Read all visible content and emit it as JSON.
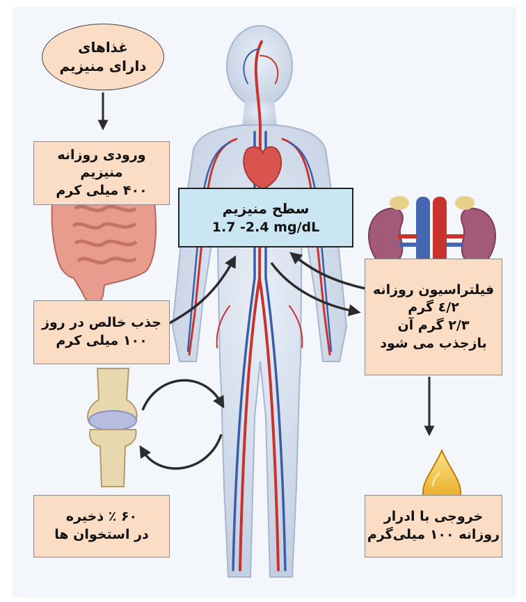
{
  "foods_oval": {
    "line1": "غذاهای",
    "line2": "دارای منیزیم"
  },
  "daily_intake": {
    "line1": "ورودی روزانه منیزیم",
    "line2": "۴۰۰ میلی کرم"
  },
  "net_absorption": {
    "line1": "جذب خالص در روز",
    "line2": "۱۰۰ میلی کرم"
  },
  "bone_storage": {
    "line1": "۶۰ ٪ ذخیره",
    "line2": "در استخوان ها"
  },
  "serum_level": {
    "title": "سطح منیزیم",
    "range": "1.7 -2.4 mg/dL"
  },
  "kidney_filtration": {
    "line1": "فیلتراسیون روزانه",
    "line2": "۲/٤ گرم",
    "line3": "۲/۳ گرم آن",
    "line4": "بازجذب می شود"
  },
  "urine_output": {
    "line1": "خروجی با ادرار",
    "line2": "روزانه ۱۰۰ میلی‌گرم"
  },
  "colors": {
    "box_fill": "#fbdcc4",
    "center_fill": "#c9e6f2",
    "artery": "#c8332e",
    "vein": "#3a5da8",
    "body": "#c9d4e6",
    "urine": "#f4b31b"
  }
}
